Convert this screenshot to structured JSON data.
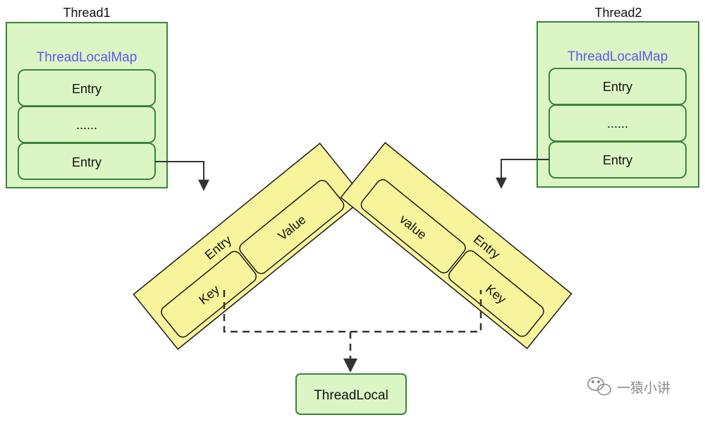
{
  "thread1": {
    "title": "Thread1",
    "map_label": "ThreadLocalMap",
    "rows": [
      "Entry",
      "......",
      "Entry"
    ]
  },
  "thread2": {
    "title": "Thread2",
    "map_label": "ThreadLocalMap",
    "rows": [
      "Entry",
      "......",
      "Entry"
    ]
  },
  "entry_left": {
    "label": "Entry",
    "key": "Key",
    "value": "Value"
  },
  "entry_right": {
    "label": "Entry",
    "key": "Key",
    "value": "value"
  },
  "threadlocal": {
    "label": "ThreadLocal"
  },
  "watermark": {
    "text": "一猿小讲"
  },
  "colors": {
    "thread_fill": "#dcf5c4",
    "row_fill": "#dcf5c4",
    "box_stroke": "#39853a",
    "entry_fill": "#f7f49b",
    "entry_stroke": "#1a1a1a",
    "map_label": "#5b5bf0",
    "line": "#333333"
  }
}
